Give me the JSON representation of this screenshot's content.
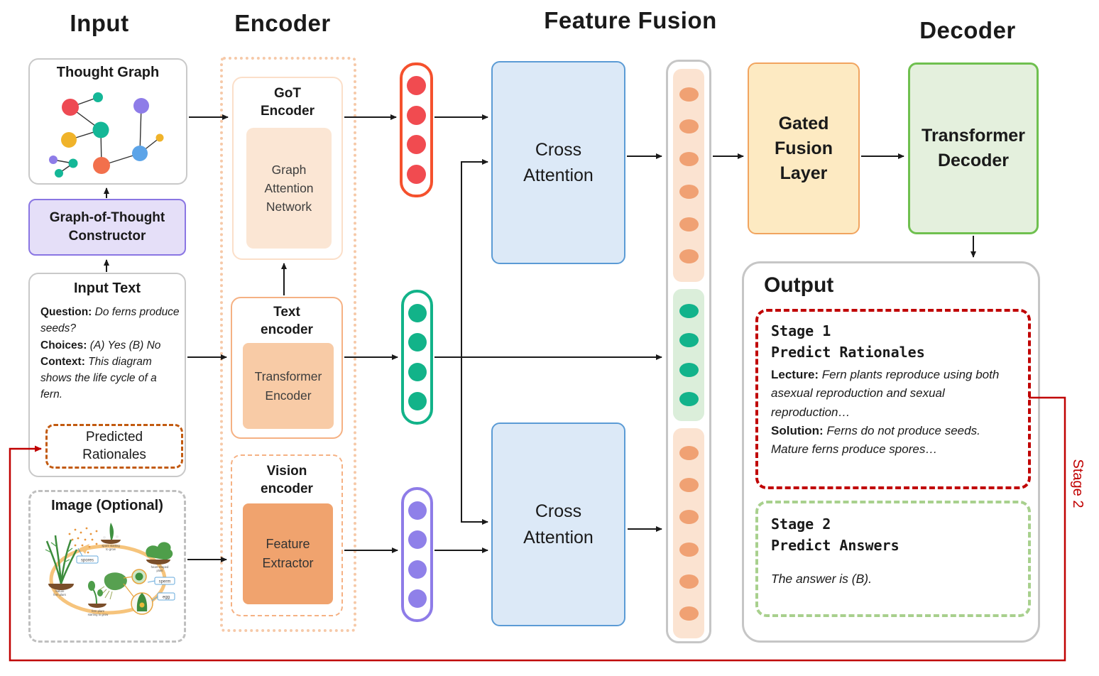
{
  "headers": {
    "input": "Input",
    "encoder": "Encoder",
    "feature_fusion": "Feature Fusion",
    "decoder": "Decoder"
  },
  "input_section": {
    "thought_graph_title": "Thought Graph",
    "constructor_label": "Graph-of-Thought\nConstructor",
    "input_text": {
      "title": "Input Text",
      "question_label": "Question:",
      "question_value": "Do ferns produce seeds?",
      "choices_label": "Choices:",
      "choices_value": "(A) Yes (B) No",
      "context_label": "Context:",
      "context_value": "This diagram shows the life cycle of a fern.",
      "predicted_rationales_label": "Predicted\nRationales"
    },
    "image_box": {
      "title": "Image (Optional)",
      "labels": {
        "spores": "spores",
        "spore_grow_1": "spore starting",
        "spore_grow_2": "to grow",
        "heart_1": "heart-shaped",
        "heart_2": "plant",
        "sperm": "sperm",
        "egg": "egg",
        "fern_grow_1": "fern plant",
        "fern_grow_2": "starting to grow",
        "mature_1": "mature",
        "mature_2": "fern plant"
      }
    }
  },
  "encoder_section": {
    "got_title": "GoT\nEncoder",
    "got_inner": "Graph\nAttention\nNetwork",
    "text_title": "Text\nencoder",
    "text_inner": "Transformer\nEncoder",
    "vision_title": "Vision\nencoder",
    "vision_inner": "Feature\nExtractor"
  },
  "fusion_section": {
    "cross_attention_top": "Cross\nAttention",
    "cross_attention_bottom": "Cross\nAttention",
    "gated_fusion": "Gated\nFusion\nLayer"
  },
  "decoder_section": {
    "transformer_decoder": "Transformer\nDecoder"
  },
  "output_section": {
    "title": "Output",
    "stage1_title_1": "Stage 1",
    "stage1_title_2": "Predict Rationales",
    "lecture_label": "Lecture:",
    "lecture_text": " Fern plants reproduce using both asexual reproduction and sexual reproduction…",
    "solution_label": "Solution:",
    "solution_text": " Ferns do not produce seeds. Mature ferns produce spores…",
    "stage2_title_1": "Stage 2",
    "stage2_title_2": "Predict Answers",
    "stage2_answer": "The answer is (B)."
  },
  "loop": {
    "stage2_label": "Stage 2"
  },
  "colors": {
    "loop_red": "#c00000",
    "stage2_green": "#a8d08d",
    "rationales_orange": "#c25a10",
    "cross_attention_blue": "#5b9bd5",
    "gated_orange": "#f1a45f",
    "decoder_green": "#6fc04f",
    "token_red": "#f14b50",
    "token_teal": "#12b389",
    "token_purple": "#8f80e9",
    "fusion_dot_orange": "#f0a173"
  }
}
